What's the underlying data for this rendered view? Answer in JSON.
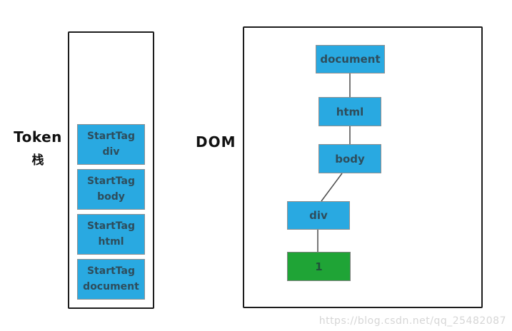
{
  "labels": {
    "token_line1": "Token",
    "token_line2": "栈",
    "dom": "DOM"
  },
  "token_stack": {
    "items": [
      {
        "line1": "StartTag",
        "line2": "div"
      },
      {
        "line1": "StartTag",
        "line2": "body"
      },
      {
        "line1": "StartTag",
        "line2": "html"
      },
      {
        "line1": "StartTag",
        "line2": "document"
      }
    ]
  },
  "dom_tree": {
    "nodes": [
      {
        "label": "document",
        "type": "element"
      },
      {
        "label": "html",
        "type": "element"
      },
      {
        "label": "body",
        "type": "element"
      },
      {
        "label": "div",
        "type": "element"
      },
      {
        "label": "1",
        "type": "text"
      }
    ],
    "edges": [
      [
        "document",
        "html"
      ],
      [
        "html",
        "body"
      ],
      [
        "body",
        "div"
      ],
      [
        "div",
        "1"
      ]
    ]
  },
  "colors": {
    "element_node_blue": "#29a9e1",
    "text_node_green": "#1fa436",
    "container_border": "#1c1c1c",
    "node_border": "#8f8f8f",
    "edge_line": "#4a4a4a",
    "node_text": "#2e4d5c",
    "watermark": "#d6d6d6"
  },
  "watermark": "https://blog.csdn.net/qq_25482087"
}
